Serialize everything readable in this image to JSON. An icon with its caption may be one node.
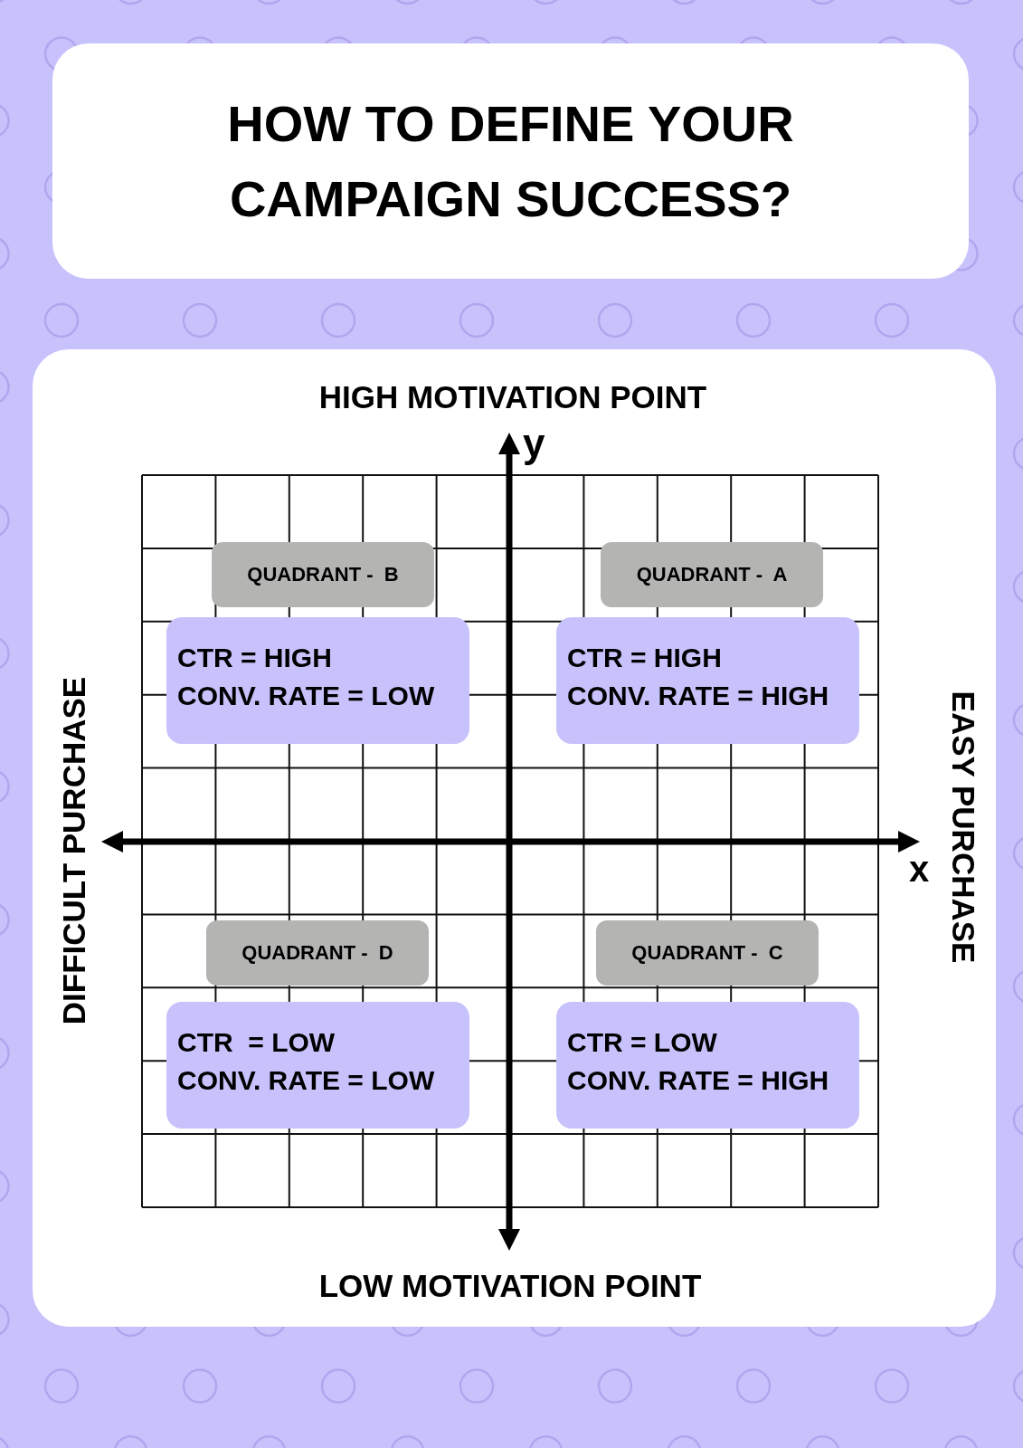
{
  "diagram": {
    "title": "HOW TO DEFINE YOUR CAMPAIGN SUCCESS?",
    "nodes": [
      {
        "text": [
          "QUADRANT -  B"
        ]
      },
      {
        "text": [
          "QUADRANT -  A"
        ]
      },
      {
        "text": [
          "CTR = HIGH",
          "CONV. RATE = LOW"
        ]
      },
      {
        "text": [
          "CTR = HIGH",
          "CONV. RATE = HIGH"
        ]
      },
      {
        "text": [
          "QUADRANT -  D"
        ]
      },
      {
        "text": [
          "QUADRANT -  C"
        ]
      },
      {
        "text": [
          "CTR  = LOW",
          "CONV. RATE = LOW"
        ]
      },
      {
        "text": [
          "CTR = LOW",
          "CONV. RATE = HIGH"
        ]
      }
    ],
    "labels": [
      "HIGH MOTIVATION POINT",
      "y",
      "DIFFICULT PURCHASE",
      "EASY PURCHASE",
      "x",
      "LOW MOTIVATION POINT"
    ]
  }
}
